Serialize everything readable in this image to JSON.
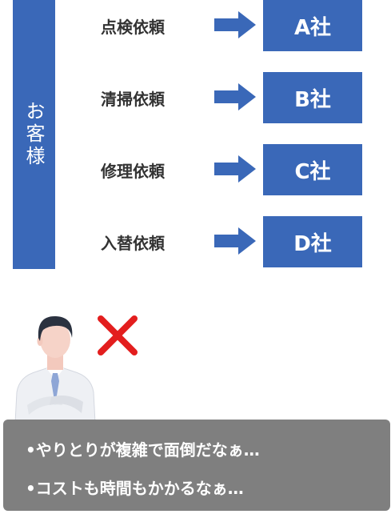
{
  "customer_label": "お客様",
  "rows": [
    {
      "request": "点検依頼",
      "company": "A社"
    },
    {
      "request": "清掃依頼",
      "company": "B社"
    },
    {
      "request": "修理依頼",
      "company": "C社"
    },
    {
      "request": "入替依頼",
      "company": "D社"
    }
  ],
  "comments": [
    "•やりとりが複雑で面倒だなぁ…",
    "•コストも時間もかかるなぁ…"
  ],
  "colors": {
    "box_blue": "#3a68b8",
    "arrow_blue": "#3a68b8",
    "cross_red": "#e31e1e",
    "comment_bg": "#7f7f7f"
  }
}
